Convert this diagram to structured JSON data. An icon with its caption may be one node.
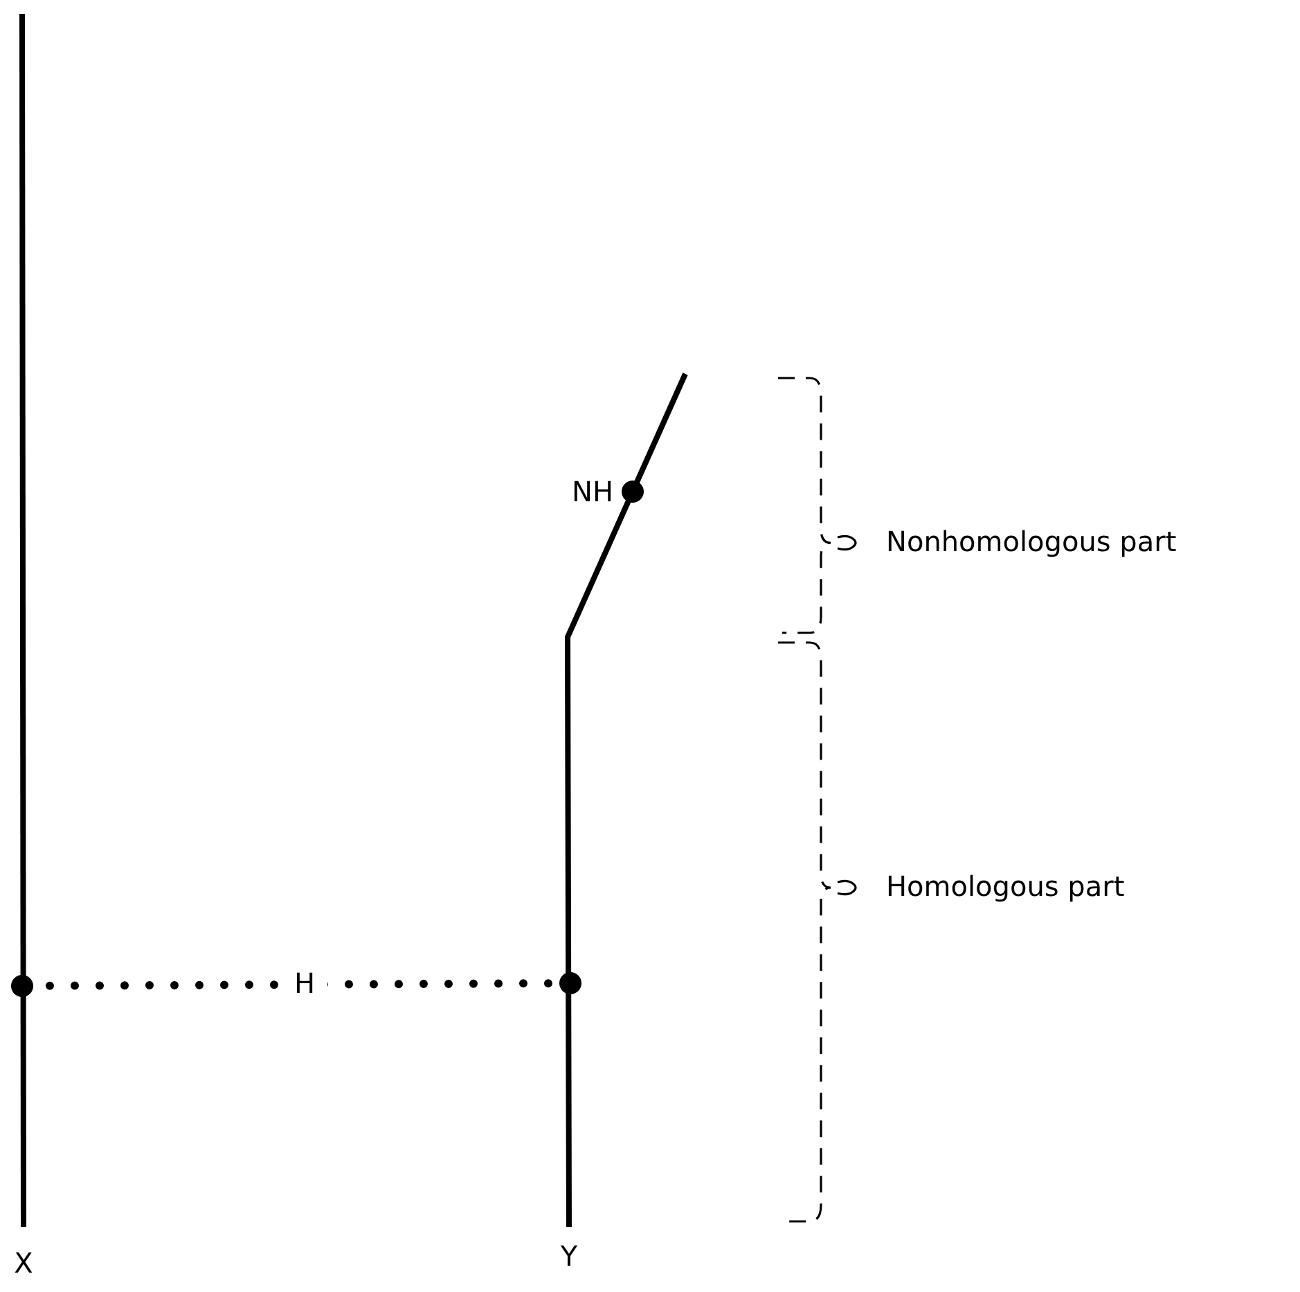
{
  "diagram": {
    "nodes": [
      {
        "text": [],
        "shape": "circle"
      },
      {
        "text": [],
        "shape": "circle"
      },
      {
        "text": [],
        "shape": "circle",
        "beside": [
          "NH"
        ]
      }
    ],
    "edges": [
      {
        "from": 0,
        "to": 1,
        "arrow": "none",
        "label": "H",
        "style": "dashed"
      }
    ],
    "labels": [
      "Nonhomologous part",
      "Homologous part",
      "X",
      "Y"
    ]
  }
}
